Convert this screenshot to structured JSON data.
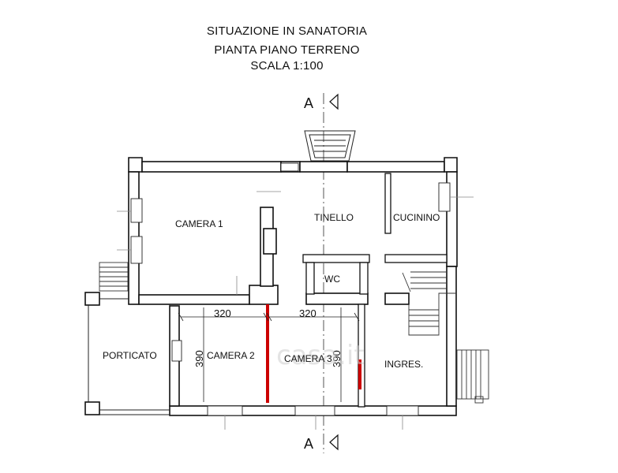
{
  "header": {
    "line1": "SITUAZIONE IN SANATORIA",
    "line2": "PIANTA PIANO TERRENO",
    "line3": "SCALA 1:100"
  },
  "section_marks": {
    "top": "A",
    "bottom": "A"
  },
  "rooms": {
    "camera1": "CAMERA 1",
    "tinello": "TINELLO",
    "cucinino": "CUCININO",
    "wc": "WC",
    "porticato": "PORTICATO",
    "camera2": "CAMERA 2",
    "camera3": "CAMERA 3",
    "ingresso": "INGRES."
  },
  "dimensions": {
    "camera2_width": "320",
    "camera3_width": "320",
    "camera2_depth": "390",
    "camera3_depth": "390"
  },
  "watermark": "casa.it",
  "colors": {
    "walls": "#111111",
    "new_walls": "#cc0000",
    "axis": "#555555"
  }
}
